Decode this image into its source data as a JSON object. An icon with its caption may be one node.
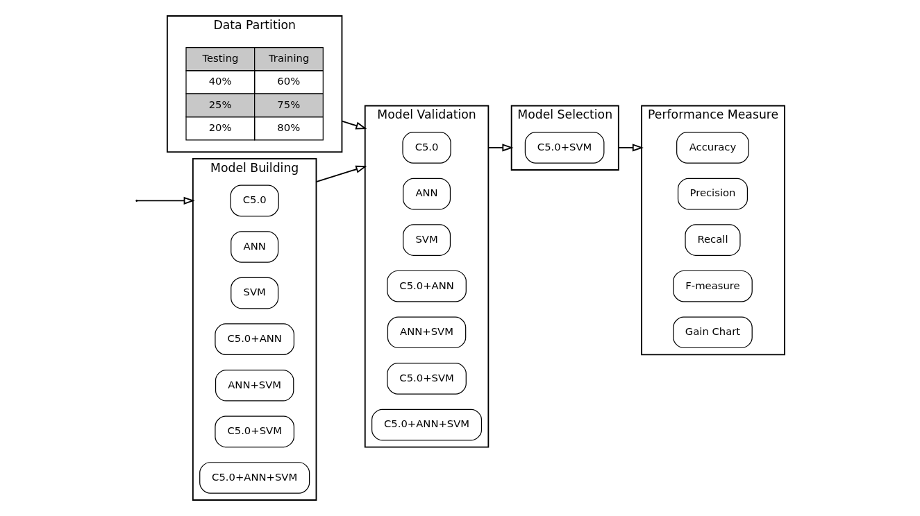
{
  "diagram": {
    "nodes": [
      {
        "text": [
          "Data Partition"
        ]
      },
      {
        "text": [
          "Model Building"
        ]
      },
      {
        "text": [
          "C5.0"
        ],
        "in": 1
      },
      {
        "text": [
          "ANN"
        ],
        "in": 1
      },
      {
        "text": [
          "SVM"
        ],
        "in": 1
      },
      {
        "text": [
          "C5.0+ANN"
        ],
        "in": 1
      },
      {
        "text": [
          "ANN+SVM"
        ],
        "in": 1
      },
      {
        "text": [
          "C5.0+SVM"
        ],
        "in": 1
      },
      {
        "text": [
          "C5.0+ANN+SVM"
        ],
        "in": 1
      },
      {
        "text": [
          "Model Validation"
        ]
      },
      {
        "text": [
          "C5.0"
        ],
        "in": 9
      },
      {
        "text": [
          "ANN"
        ],
        "in": 9
      },
      {
        "text": [
          "SVM"
        ],
        "in": 9
      },
      {
        "text": [
          "C5.0+ANN"
        ],
        "in": 9
      },
      {
        "text": [
          "ANN+SVM"
        ],
        "in": 9
      },
      {
        "text": [
          "C5.0+SVM"
        ],
        "in": 9
      },
      {
        "text": [
          "C5.0+ANN+SVM"
        ],
        "in": 9
      },
      {
        "text": [
          "Model Selection"
        ]
      },
      {
        "text": [
          "C5.0+SVM"
        ],
        "in": 17
      },
      {
        "text": [
          "Performance Measure"
        ]
      },
      {
        "text": [
          "Accuracy"
        ],
        "in": 19
      },
      {
        "text": [
          "Precision"
        ],
        "in": 19
      },
      {
        "text": [
          "Recall"
        ],
        "in": 19
      },
      {
        "text": [
          "F-measure"
        ],
        "in": 19
      },
      {
        "text": [
          "Gain Chart"
        ],
        "in": 19
      }
    ],
    "edges": [
      {
        "from": null,
        "to": 1,
        "arrow": "to"
      },
      {
        "from": 1,
        "to": 9,
        "arrow": "to"
      },
      {
        "from": 0,
        "to": 9,
        "arrow": "to"
      },
      {
        "from": 9,
        "to": 17,
        "arrow": "to"
      },
      {
        "from": 17,
        "to": 19,
        "arrow": "to"
      }
    ],
    "labels": [
      "Testing",
      "Training",
      "40%",
      "60%",
      "25%",
      "75%",
      "20%",
      "80%"
    ]
  }
}
